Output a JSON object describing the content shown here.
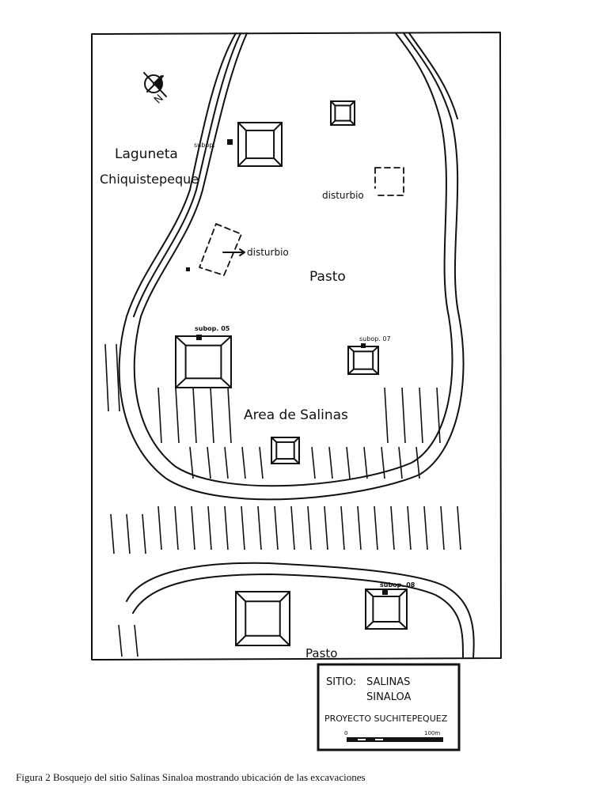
{
  "map": {
    "labels": {
      "lagoon_line1": "Laguneta",
      "lagoon_line2": "Chiquistepeque",
      "north": "N",
      "disturbio_left": "disturbio",
      "disturbio_right": "disturbio",
      "pasto_upper": "Pasto",
      "salinas_area": "Area de Salinas",
      "pasto_lower": "Pasto"
    },
    "subops": {
      "top": "subop.",
      "s05": "subop. 05",
      "s07": "subop. 07",
      "s08": "subop. 08"
    }
  },
  "legend": {
    "site_label": "SITIO:",
    "site_name_line1": "SALINAS",
    "site_name_line2": "SINALOA",
    "project": "PROYECTO SUCHITEPEQUEZ",
    "scale_start": "0",
    "scale_end": "100m"
  },
  "caption": "Figura 2   Bosquejo del sitio Salinas Sinaloa mostrando ubicación de las excavaciones"
}
